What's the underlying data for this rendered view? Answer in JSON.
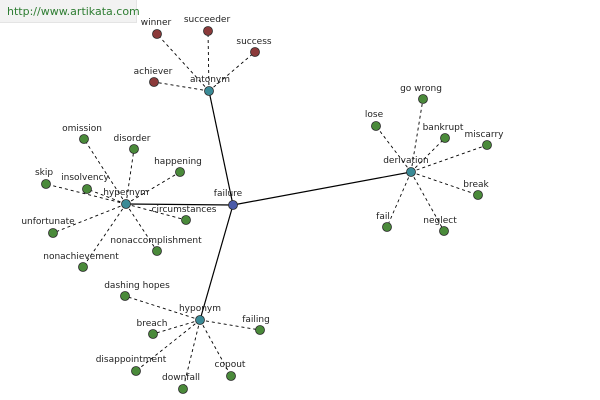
{
  "watermark": {
    "text": "http://www.artikata.com",
    "color": "#2e7d32"
  },
  "colors": {
    "center": "#4a5aa8",
    "category": "#3a8a96",
    "leaf": "#4a8a3a",
    "antonym_leaf": "#8b3a3a",
    "node_stroke": "#2a2a2a",
    "edge": "#000000"
  },
  "graph": {
    "center": {
      "id": "failure",
      "label": "failure"
    },
    "categories": [
      {
        "id": "antonym",
        "label": "antonym",
        "leaf_style": "antonym_leaf",
        "leaves": [
          "winner",
          "succeeder",
          "success",
          "achiever"
        ]
      },
      {
        "id": "hypernym",
        "label": "hypernym",
        "leaf_style": "leaf",
        "leaves": [
          "omission",
          "disorder",
          "happening",
          "skip",
          "insolvency",
          "unfortunate",
          "circumstances",
          "nonaccomplishment",
          "nonachievement"
        ]
      },
      {
        "id": "derivation",
        "label": "derivation",
        "leaf_style": "leaf",
        "leaves": [
          "go wrong",
          "lose",
          "bankrupt",
          "miscarry",
          "break",
          "fail",
          "neglect"
        ]
      },
      {
        "id": "hyponym",
        "label": "hyponym",
        "leaf_style": "leaf",
        "leaves": [
          "dashing hopes",
          "breach",
          "failing",
          "disappointment",
          "downfall",
          "copout"
        ]
      }
    ]
  }
}
